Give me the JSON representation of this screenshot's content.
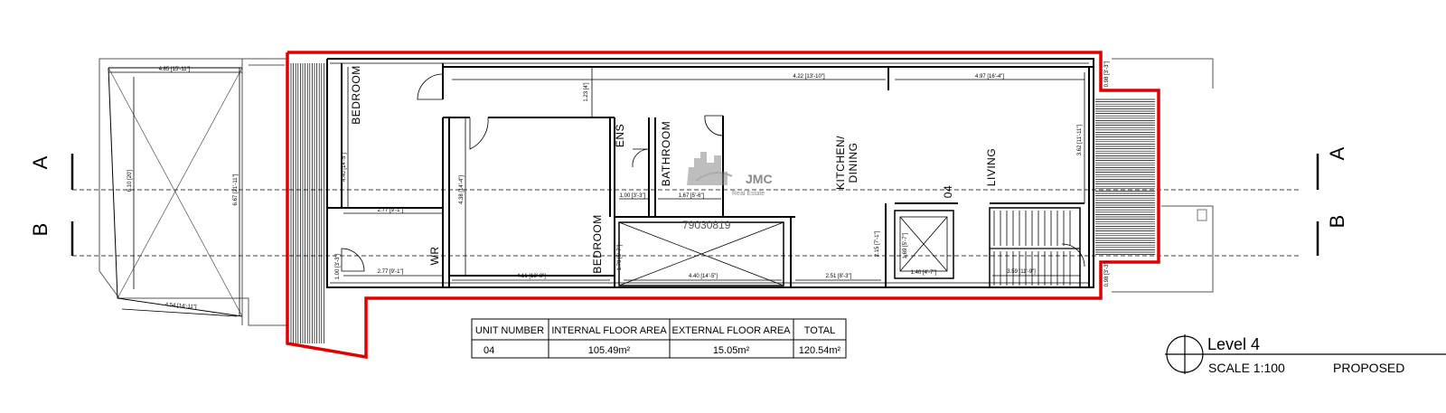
{
  "section_marks": {
    "a_left": "A",
    "a_right": "A",
    "b_left": "B",
    "b_right": "B"
  },
  "rooms": {
    "bedroom_1": "BEDROOM",
    "bedroom_2": "BEDROOM",
    "ens": "ENS",
    "bathroom": "BATHROOM",
    "kitchen": "KITCHEN/",
    "dining": "DINING",
    "living": "LIVING",
    "wr": "WR",
    "unit_no": "04"
  },
  "dimensions": {
    "d1": "4.85 [15'-11\"]",
    "d2": "4.22 [13'-10\"]",
    "d3": "4.97 [16'-4\"]",
    "d4": "1.23 [4']",
    "d5": "4.40 [14'-5\"]",
    "d6": "2.77 [9'-1\"]",
    "d7": "2.77 [9'-1\"]",
    "d8": "4.16 [13'-8\"]",
    "d9": "4.40 [14'-5\"]",
    "d10": "2.51 [8'-3\"]",
    "d11": "1.40 [4'-7\"]",
    "d12": "3.59 [11'-9\"]",
    "d13": "1.00 [3'-3\"]",
    "d14": "1.67 [5'-6\"]",
    "d15": "4.38 [14'-4\"]",
    "d16": "6.67 [21'-11\"]",
    "d17": "4.54 [14'-11\"]",
    "d18": "3.62 [11'-11\"]",
    "d19": "0.98 [3'-3\"]",
    "d20": "0.98 [3'-3\"]",
    "d21": "6.10 [20']",
    "d22": "1.70 [5'-7\"]",
    "d23": "2.15 [7'-1\"]",
    "d24": "1.69 [5'-7\"]",
    "d25": "1.00 [3'-3\"]"
  },
  "watermark": {
    "brand": "JMC",
    "sub": "Real Estate",
    "phone": "79030819"
  },
  "area_table": {
    "headers": [
      "UNIT NUMBER",
      "INTERNAL FLOOR AREA",
      "EXTERNAL FLOOR AREA",
      "TOTAL"
    ],
    "row": [
      "04",
      "105.49m²",
      "15.05m²",
      "120.54m²"
    ]
  },
  "title_block": {
    "level": "Level 4",
    "scale": "SCALE 1:100",
    "status": "PROPOSED"
  },
  "colors": {
    "highlight": "#e00000",
    "line": "#000000",
    "watermark": "#8a8a8a"
  }
}
